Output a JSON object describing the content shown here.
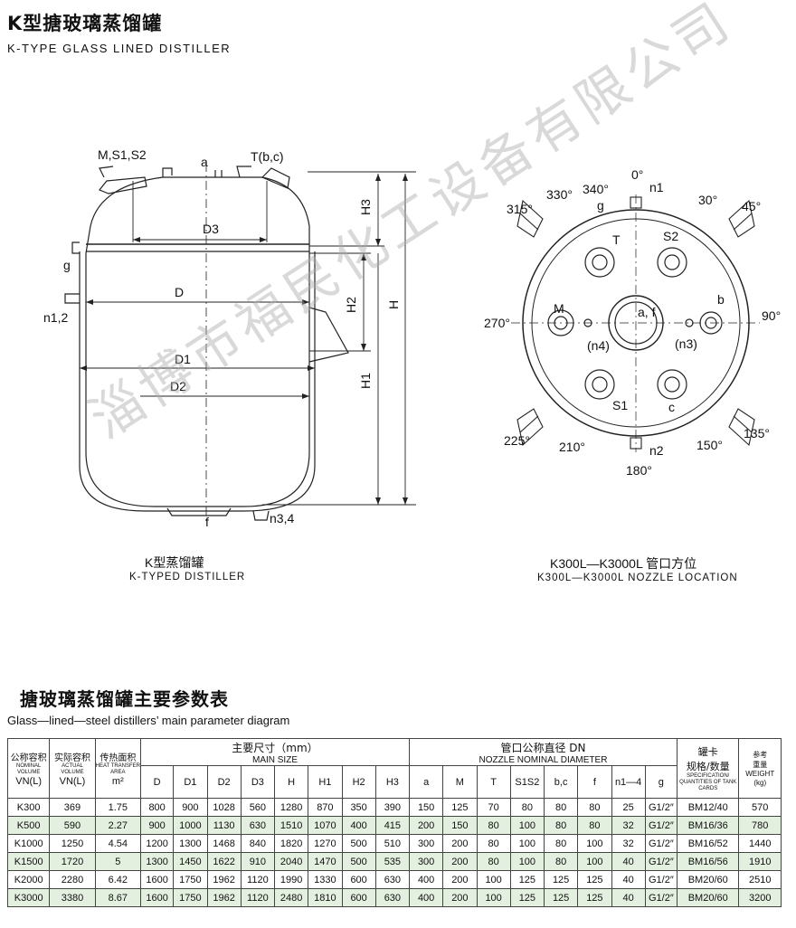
{
  "header": {
    "title_cn": "K型搪玻璃蒸馏罐",
    "title_en": "K-TYPE GLASS LINED DISTILLER"
  },
  "left_drawing": {
    "labels": {
      "ms1s2": "M,S1,S2",
      "a": "a",
      "tbc": "T(b,c)",
      "g": "g",
      "n12": "n1,2",
      "d3": "D3",
      "d": "D",
      "d1": "D1",
      "d2": "D2",
      "h3": "H3",
      "h2": "H2",
      "h1": "H1",
      "h": "H",
      "f": "f",
      "n34": "n3,4"
    },
    "caption_cn": "K型蒸馏罐",
    "caption_en": "K-TYPED DISTILLER"
  },
  "right_drawing": {
    "labels": {
      "deg0": "0°",
      "deg340": "340°",
      "deg330": "330°",
      "deg315": "315°",
      "deg30": "30°",
      "deg45": "45°",
      "deg270": "270°",
      "deg90": "90°",
      "deg225": "225°",
      "deg210": "210°",
      "deg150": "150°",
      "deg135": "135°",
      "deg180": "180°",
      "n1": "n1",
      "n2": "n2",
      "g": "g",
      "t": "T",
      "s2": "S2",
      "m": "M",
      "af": "a, f",
      "b": "b",
      "n4": "(n4)",
      "n3": "(n3)",
      "s1": "S1",
      "c": "c"
    },
    "caption_cn": "K300L—K3000L  管口方位",
    "caption_en": "K300L—K3000L NOZZLE LOCATION"
  },
  "watermark": "淄博市福民化工设备有限公司",
  "table_title_cn": "搪玻璃蒸馏罐主要参数表",
  "table_title_en": "Glass—lined—steel distillers’ main parameter diagram",
  "table": {
    "nominal": {
      "cn": "公称容积",
      "en": "NOMINAL VOLUME",
      "unit": "VN(L)"
    },
    "actual": {
      "cn": "实际容积",
      "en": "ACTUAL VOLUME",
      "unit": "VN(L)"
    },
    "heat": {
      "cn": "传热面积",
      "en": "HEAT TRANSFER AREA",
      "unit": "m²"
    },
    "main_size": {
      "cn": "主要尺寸（mm）",
      "en": "MAIN SIZE"
    },
    "nozzle": {
      "cn": "管口公称直径    DN",
      "en": "NOZZLE NOMINAL DIAMETER"
    },
    "clamp": {
      "cn": "罐卡\n规格/数量",
      "en": "SPECIFICATION/ QUANTITIES OF TANK CARDS"
    },
    "weight": {
      "cn": "参考\n重量",
      "en": "WEIGHT (kg)"
    },
    "size_cols": [
      "D",
      "D1",
      "D2",
      "D3",
      "H",
      "H1",
      "H2",
      "H3"
    ],
    "nozzle_cols": [
      "a",
      "M",
      "T",
      "S1S2",
      "b,c",
      "f",
      "n1—4",
      "g"
    ],
    "rows": [
      [
        "K300",
        "369",
        "1.75",
        "800",
        "900",
        "1028",
        "560",
        "1280",
        "870",
        "350",
        "390",
        "150",
        "125",
        "70",
        "80",
        "80",
        "80",
        "25",
        "G1/2″",
        "BM12/40",
        "570"
      ],
      [
        "K500",
        "590",
        "2.27",
        "900",
        "1000",
        "1130",
        "630",
        "1510",
        "1070",
        "400",
        "415",
        "200",
        "150",
        "80",
        "100",
        "80",
        "80",
        "32",
        "G1/2″",
        "BM16/36",
        "780"
      ],
      [
        "K1000",
        "1250",
        "4.54",
        "1200",
        "1300",
        "1468",
        "840",
        "1820",
        "1270",
        "500",
        "510",
        "300",
        "200",
        "80",
        "100",
        "80",
        "100",
        "32",
        "G1/2″",
        "BM16/52",
        "1440"
      ],
      [
        "K1500",
        "1720",
        "5",
        "1300",
        "1450",
        "1622",
        "910",
        "2040",
        "1470",
        "500",
        "535",
        "300",
        "200",
        "80",
        "100",
        "80",
        "100",
        "40",
        "G1/2″",
        "BM16/56",
        "1910"
      ],
      [
        "K2000",
        "2280",
        "6.42",
        "1600",
        "1750",
        "1962",
        "1120",
        "1990",
        "1330",
        "600",
        "630",
        "400",
        "200",
        "100",
        "125",
        "125",
        "125",
        "40",
        "G1/2″",
        "BM20/60",
        "2510"
      ],
      [
        "K3000",
        "3380",
        "8.67",
        "1600",
        "1750",
        "1962",
        "1120",
        "2480",
        "1810",
        "600",
        "630",
        "400",
        "200",
        "100",
        "125",
        "125",
        "125",
        "40",
        "G1/2″",
        "BM20/60",
        "3200"
      ]
    ]
  }
}
